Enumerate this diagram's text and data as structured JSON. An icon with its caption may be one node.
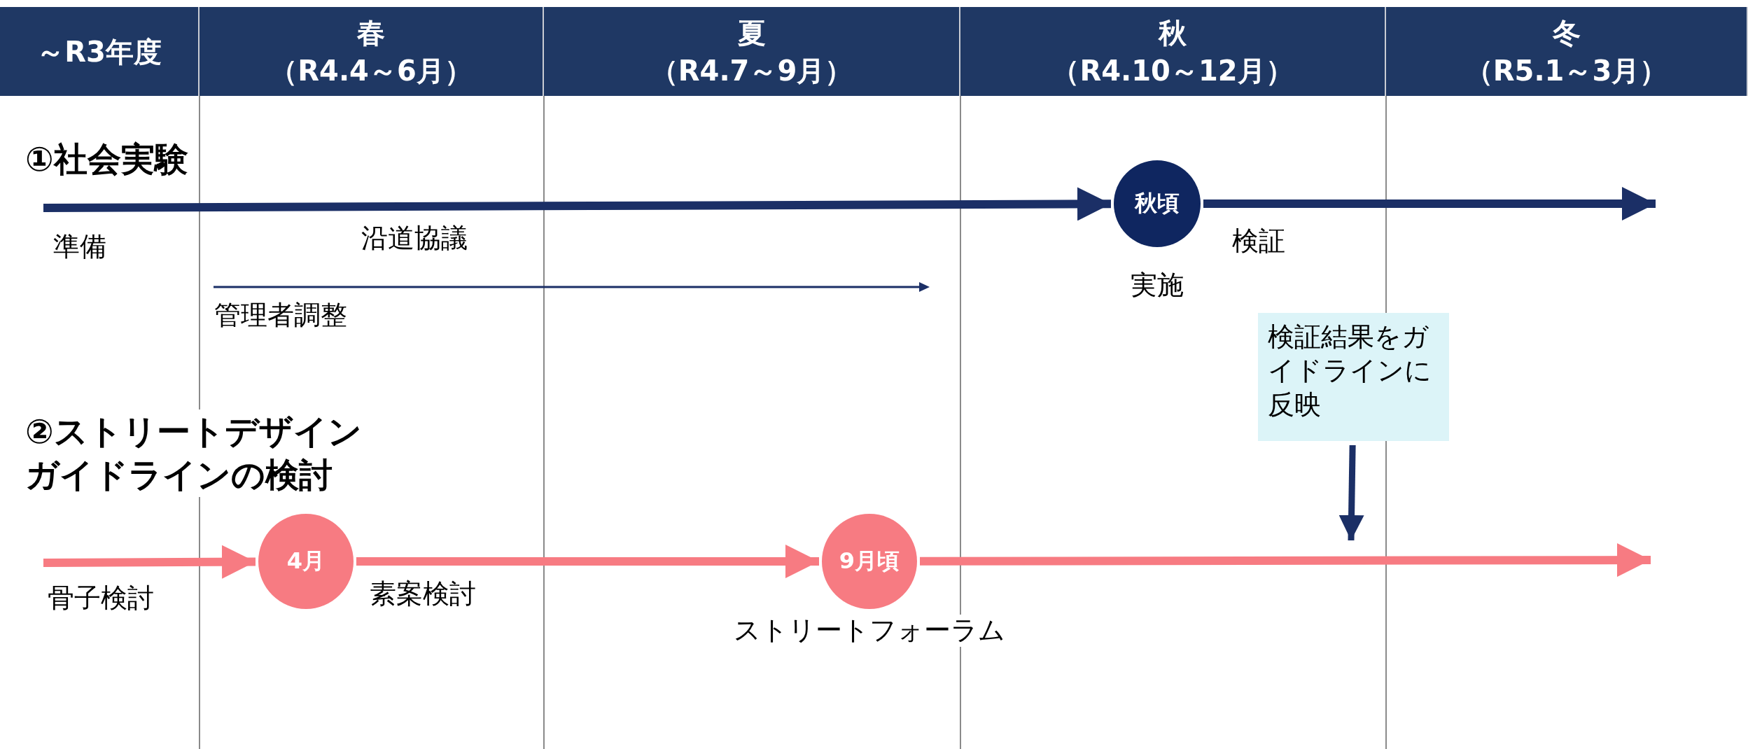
{
  "diagram": {
    "nodes": [
      {
        "text": [
          "～R3年度"
        ]
      },
      {
        "text": [
          "春",
          "（R4.4～6月）"
        ]
      },
      {
        "text": [
          "夏",
          "（R4.7～9月）"
        ]
      },
      {
        "text": [
          "秋",
          "（R4.10～12月）"
        ]
      },
      {
        "text": [
          "冬",
          "（R5.1～3月）"
        ]
      },
      {
        "text": [
          "秋頃"
        ],
        "beside": [
          "実施"
        ]
      },
      {
        "text": [
          "検証結果をガイドラインに反映"
        ]
      },
      {
        "text": [
          "4月"
        ]
      },
      {
        "text": [
          "9月頃"
        ],
        "beside": [
          "ストリートフォーラム"
        ]
      }
    ],
    "edges": [
      {
        "from": null,
        "to": 5,
        "arrow": "to",
        "color": "#1b2f66"
      },
      {
        "from": 5,
        "to": null,
        "arrow": "to",
        "color": "#1b2f66"
      },
      {
        "from": 6,
        "to": null,
        "arrow": "to",
        "color": "#1b2f66"
      },
      {
        "from": null,
        "to": 7,
        "arrow": "to",
        "color": "#f77b82"
      },
      {
        "from": 7,
        "to": 8,
        "arrow": "to",
        "color": "#f77b82"
      },
      {
        "from": 8,
        "to": null,
        "arrow": "to",
        "color": "#f77b82"
      }
    ],
    "labels": [
      "①社会実験",
      "準備",
      "沿道協議",
      "検証",
      "管理者調整",
      "②ストリートデザインガイドラインの検討",
      "骨子検討",
      "素案検討"
    ]
  }
}
